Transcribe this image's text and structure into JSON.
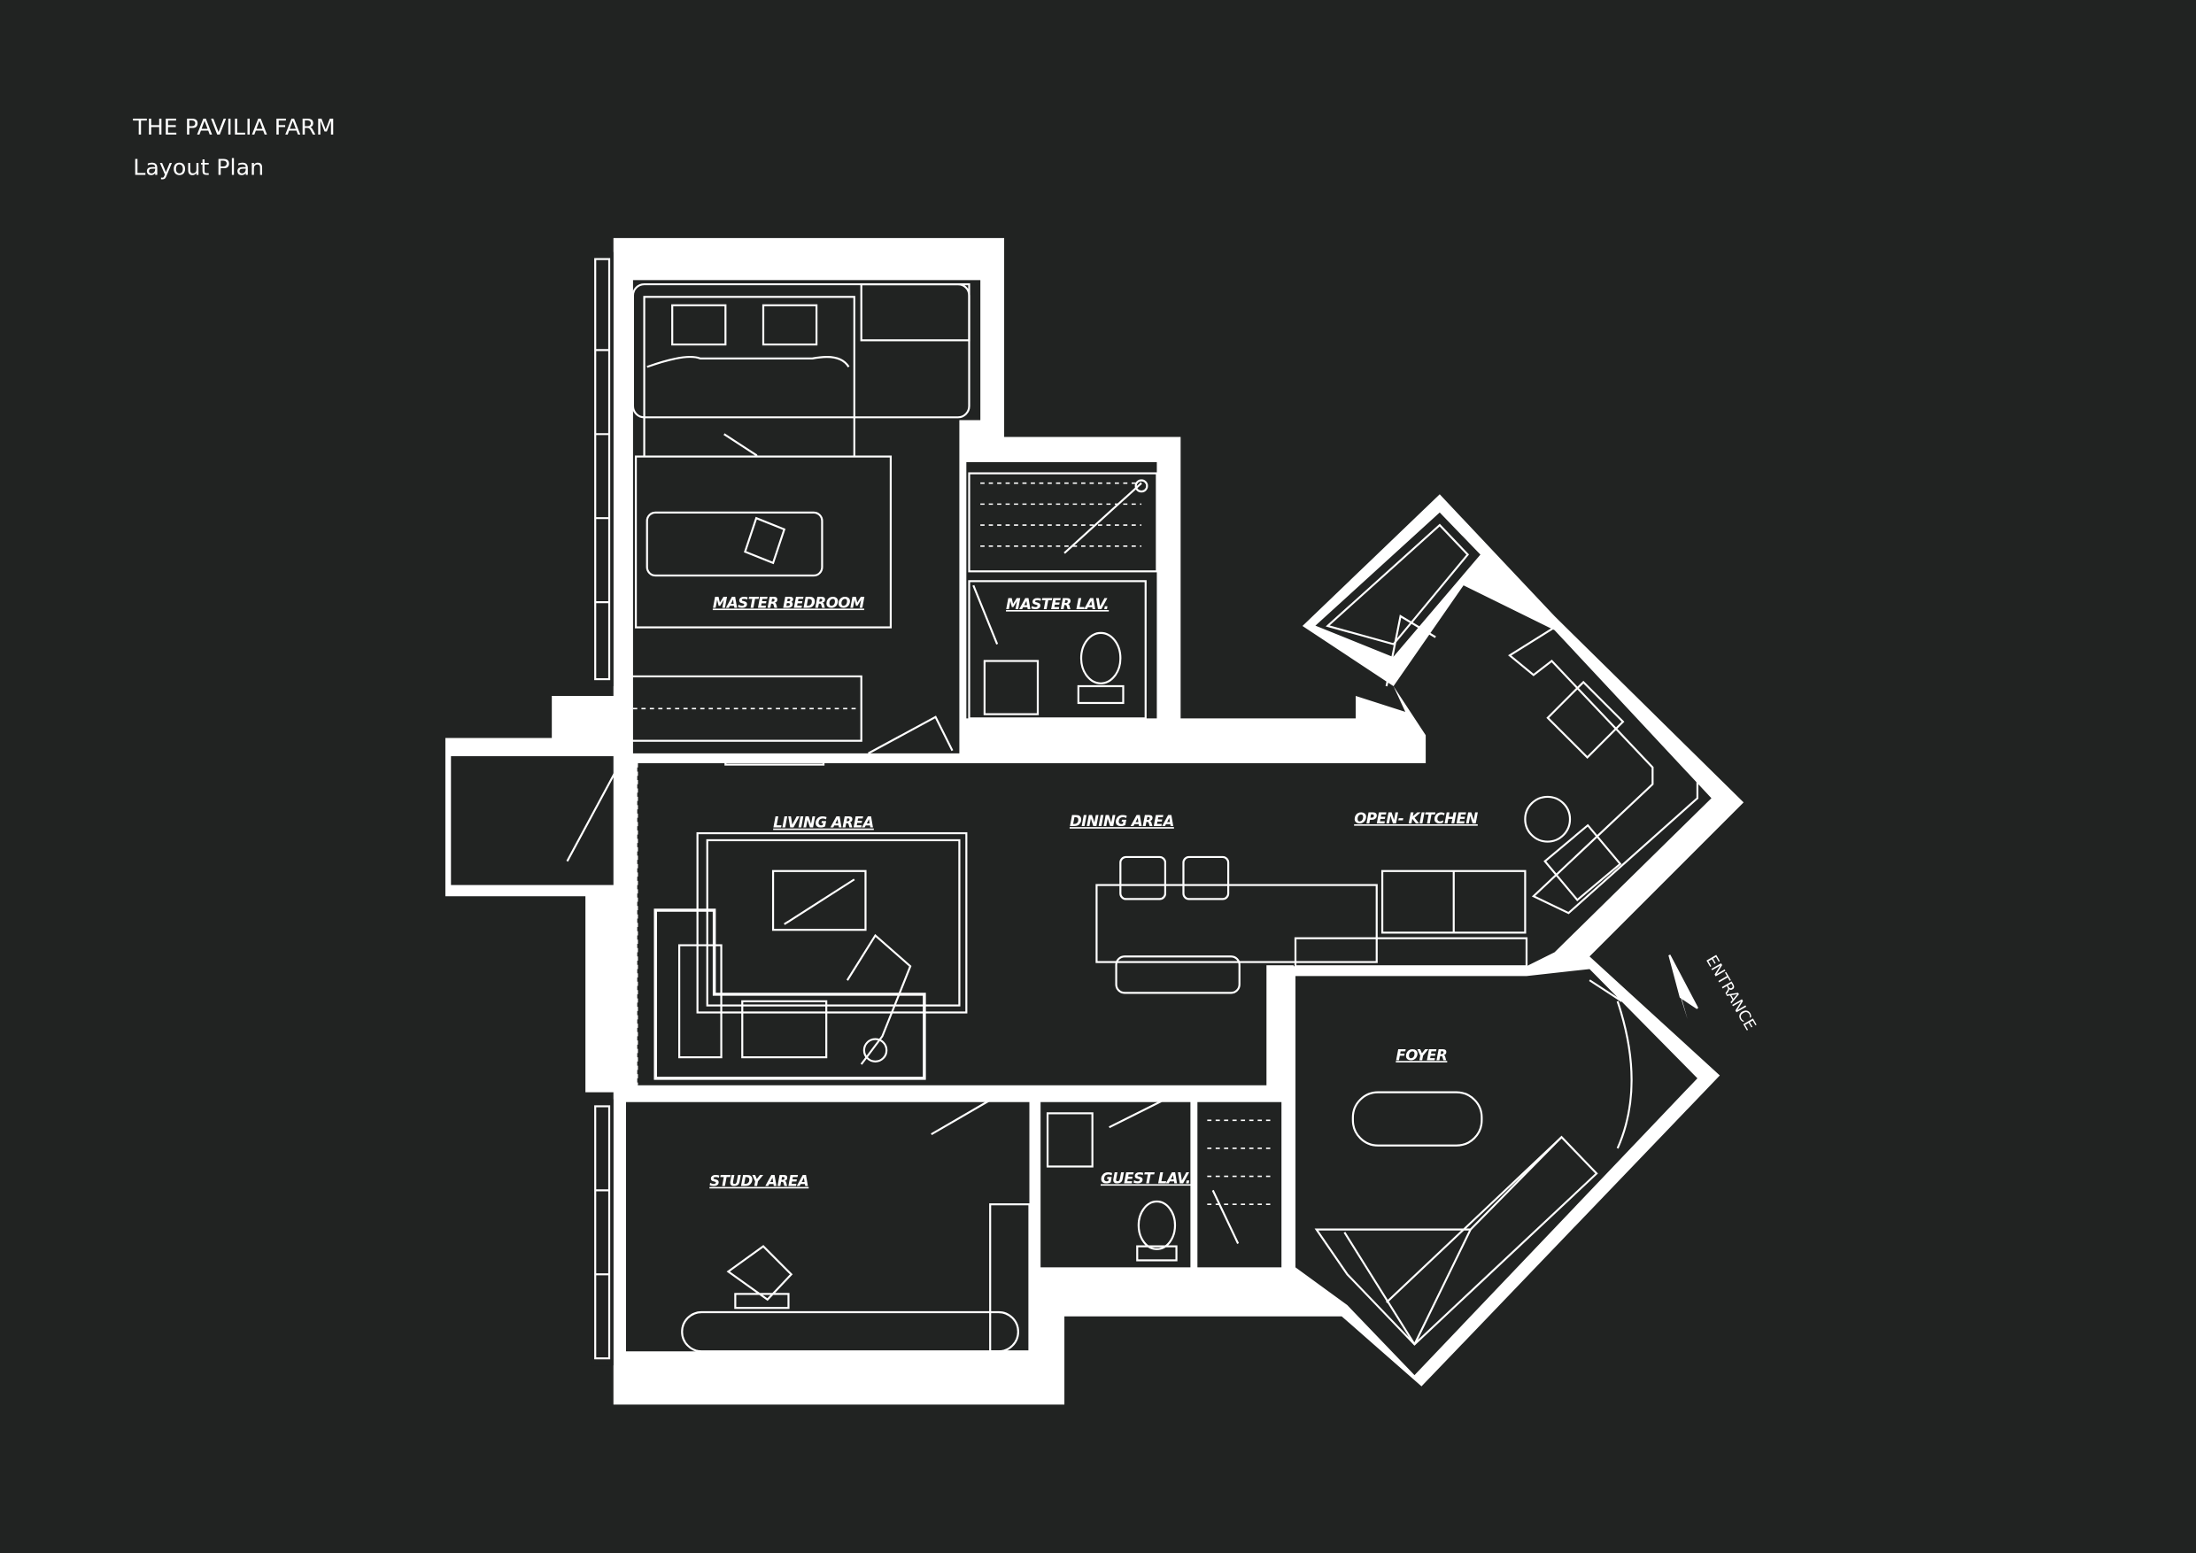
{
  "header": {
    "project": "THE PAVILIA FARM",
    "subtitle": "Layout Plan"
  },
  "rooms": {
    "master_bedroom": "MASTER BEDROOM",
    "master_lav": "MASTER LAV.",
    "living_area": "LIVING AREA",
    "dining_area": "DINING AREA",
    "open_kitchen": "OPEN- KITCHEN",
    "foyer": "FOYER",
    "study_area": "STUDY AREA",
    "guest_lav": "GUEST LAV."
  },
  "entrance_label": "ENTRANCE",
  "colors": {
    "background": "#212322",
    "linework": "#ffffff"
  }
}
